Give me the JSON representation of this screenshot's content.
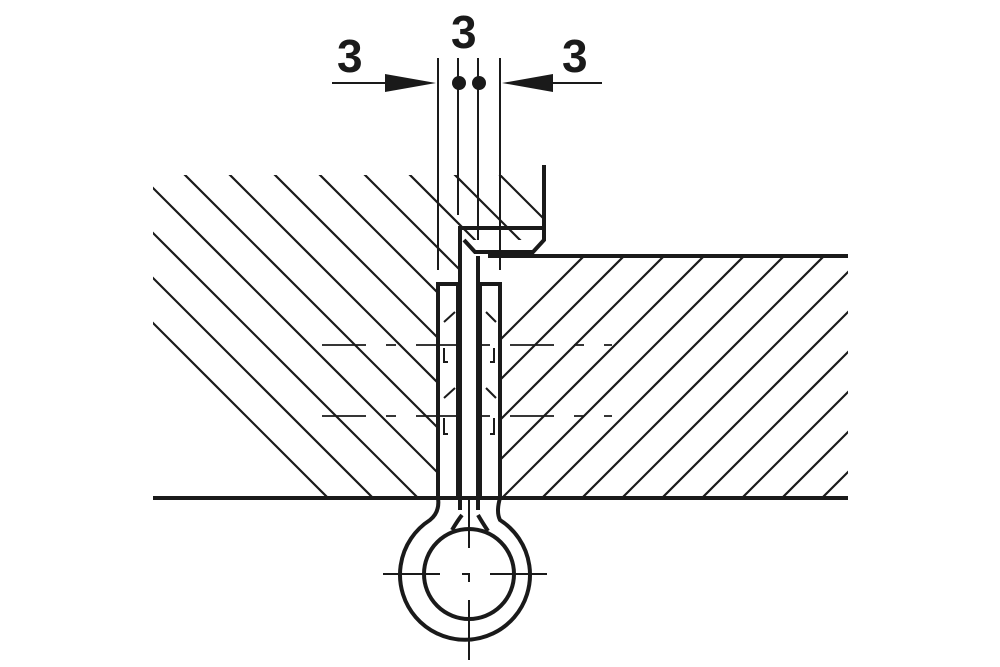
{
  "diagram": {
    "type": "technical-drawing",
    "subject": "concealed hinge cross-section",
    "colors": {
      "line": "#1a1a1a",
      "background": "#ffffff"
    },
    "dimensions": {
      "left_label": "3",
      "center_label": "3",
      "right_label": "3"
    },
    "parts": [
      {
        "name": "left-panel",
        "hatch": "diagonal-down"
      },
      {
        "name": "right-panel",
        "hatch": "diagonal-up"
      },
      {
        "name": "hinge-leaf-left"
      },
      {
        "name": "hinge-leaf-right"
      },
      {
        "name": "hinge-knuckle",
        "shape": "ring"
      },
      {
        "name": "flange-plate"
      }
    ]
  }
}
